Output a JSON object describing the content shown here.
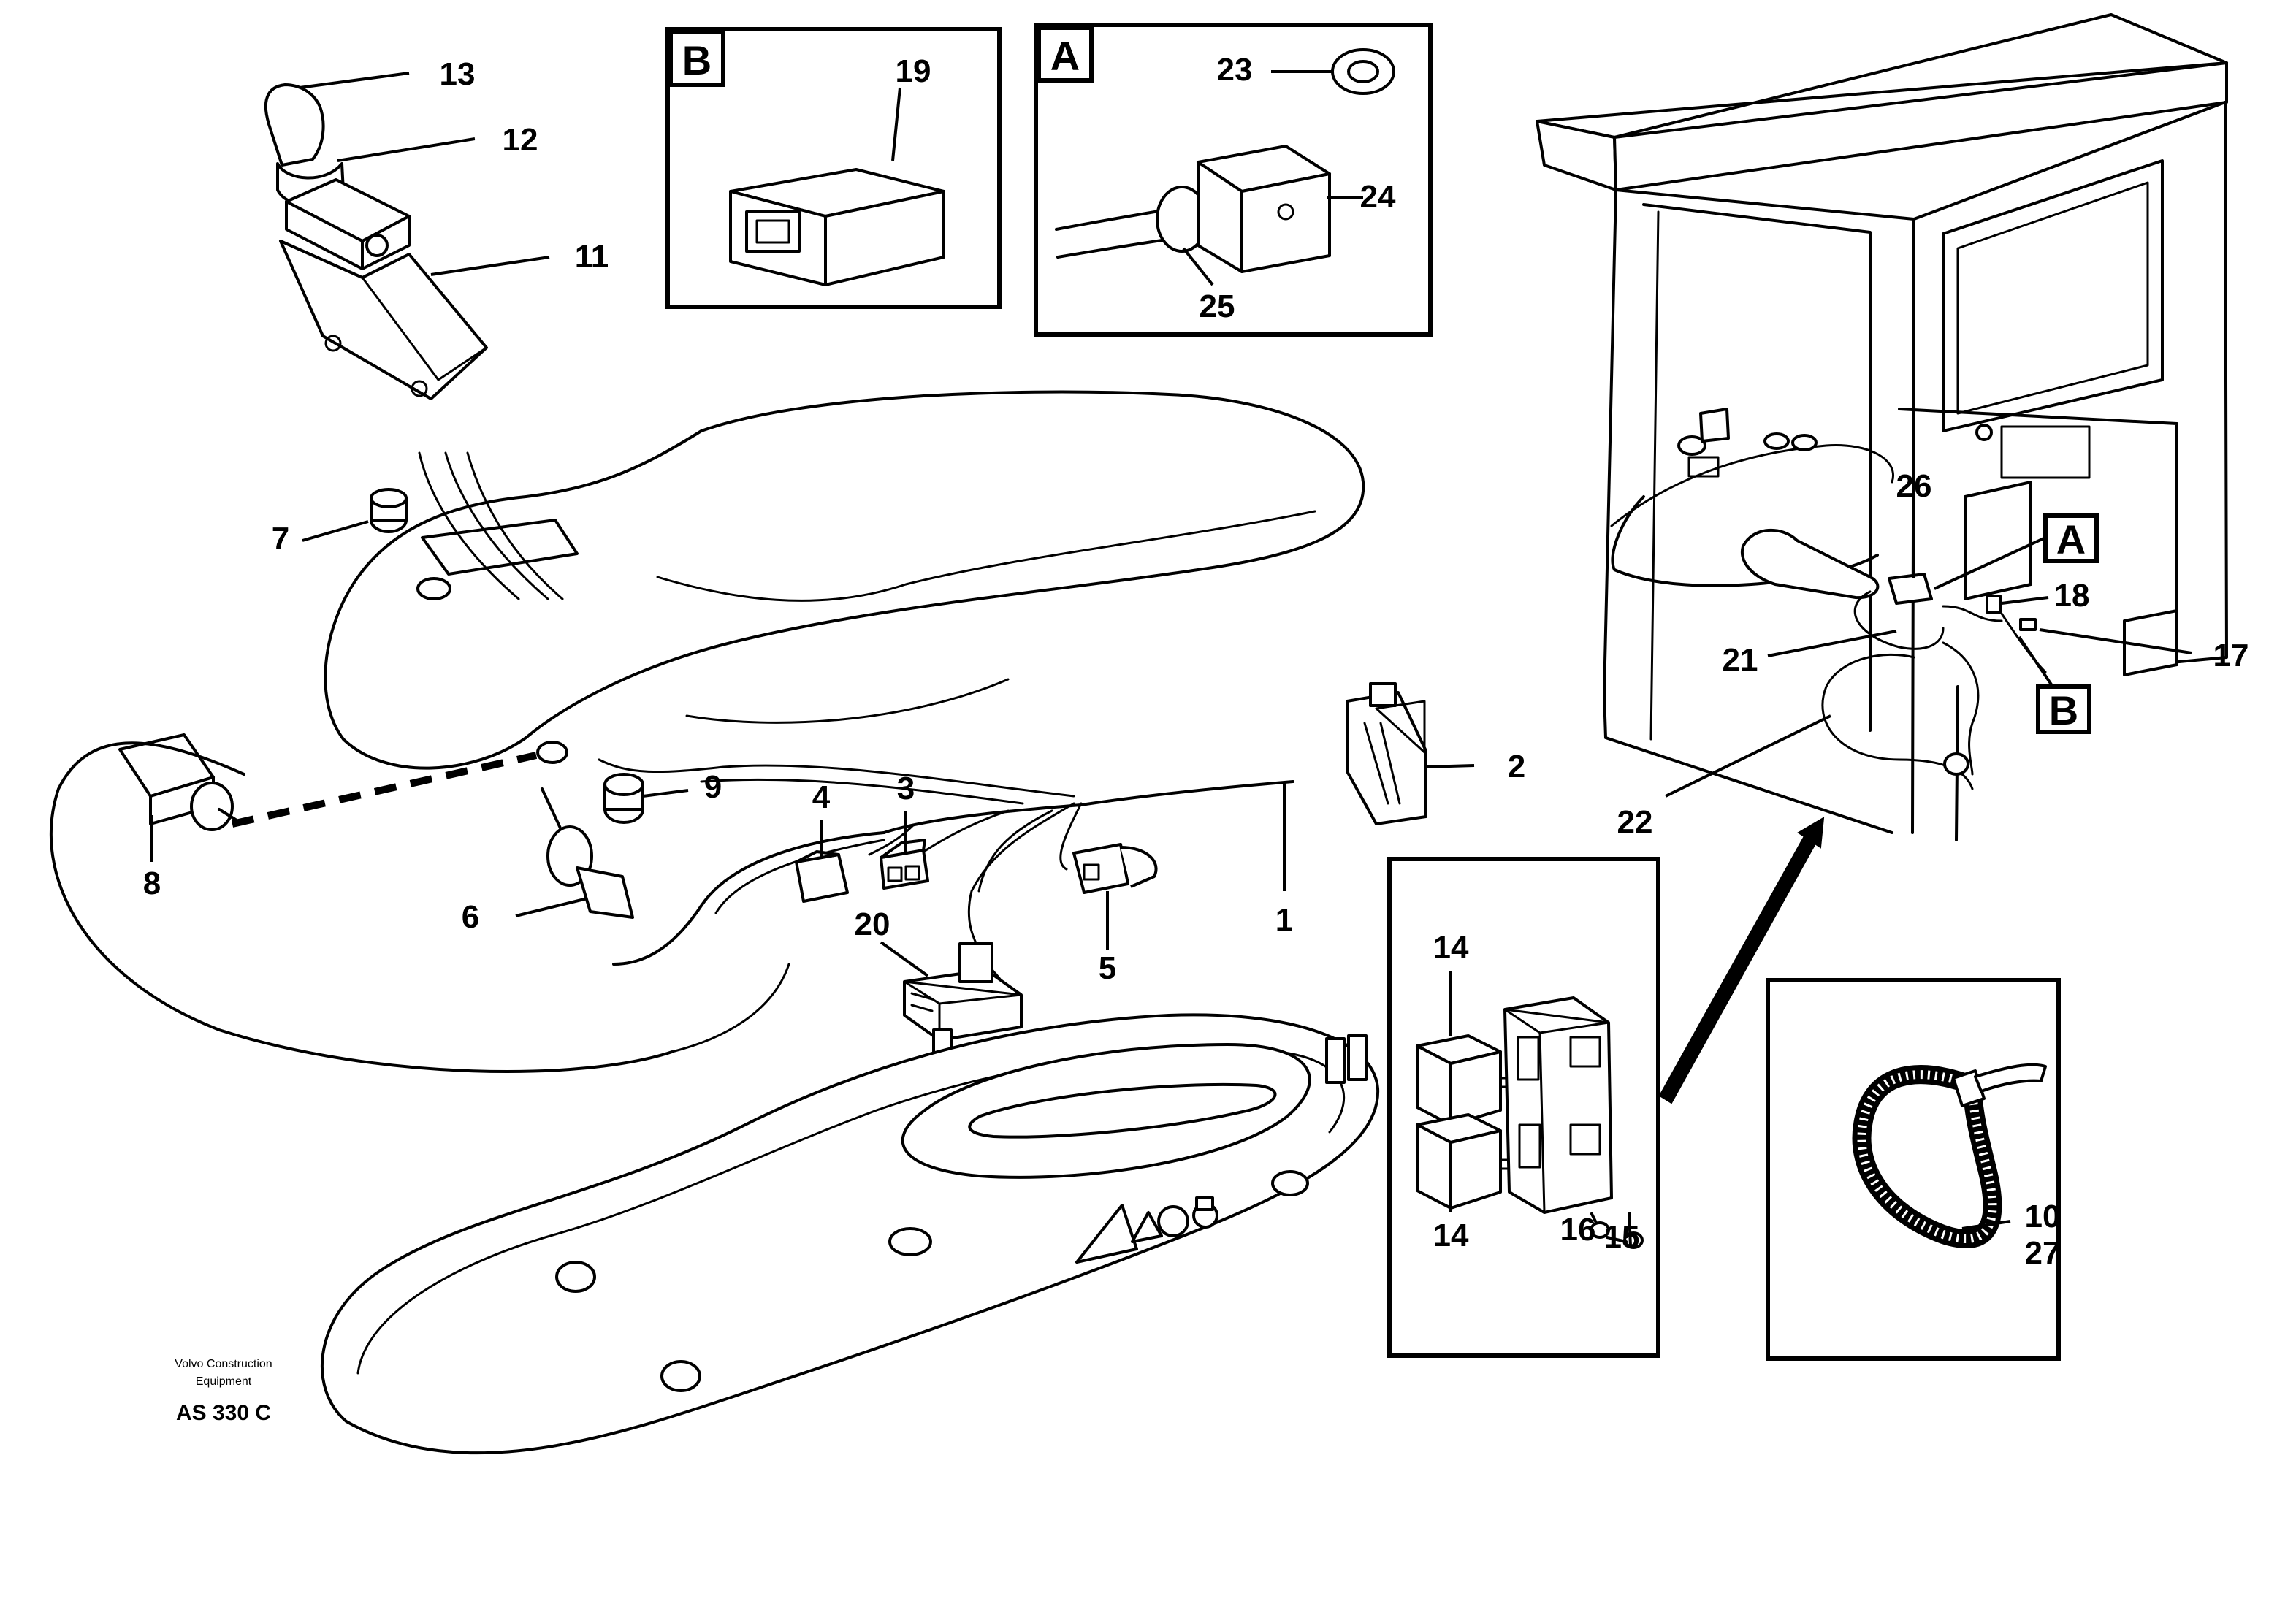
{
  "callouts": {
    "c1": "1",
    "c2": "2",
    "c3": "3",
    "c4": "4",
    "c5": "5",
    "c6": "6",
    "c7": "7",
    "c8": "8",
    "c9": "9",
    "c10": "10",
    "c11": "11",
    "c12": "12",
    "c13": "13",
    "c14a": "14",
    "c14b": "14",
    "c15": "15",
    "c16": "16",
    "c17": "17",
    "c18": "18",
    "c19": "19",
    "c20": "20",
    "c21": "21",
    "c22": "22",
    "c23": "23",
    "c24": "24",
    "c25": "25",
    "c26": "26",
    "c27": "27"
  },
  "detail_tags": {
    "inset_b": "B",
    "inset_a": "A",
    "cab_a": "A",
    "cab_b": "B"
  },
  "footer": {
    "line1": "Volvo Construction",
    "line2": "Equipment",
    "code": "AS 330 C"
  }
}
